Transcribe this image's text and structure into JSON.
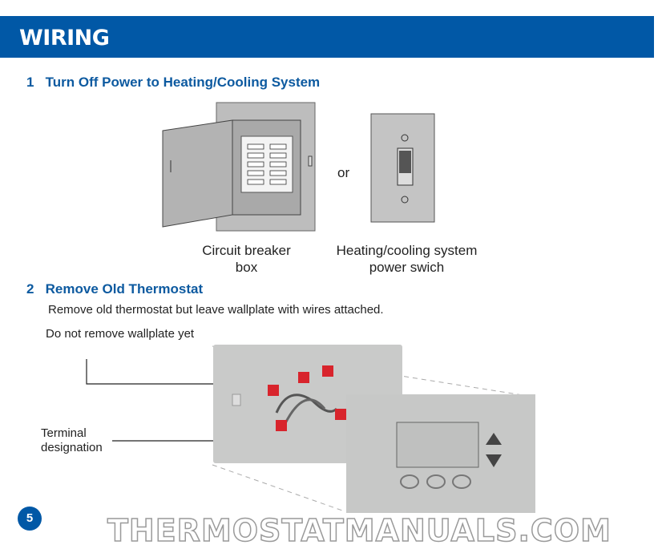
{
  "header": {
    "title": "WIRING"
  },
  "step1": {
    "number": "1",
    "title": "Turn Off Power to Heating/Cooling System",
    "or_label": "or",
    "caption_breaker": "Circuit breaker box",
    "caption_switch": "Heating/cooling system power swich"
  },
  "step2": {
    "number": "2",
    "title": "Remove Old Thermostat",
    "instruction": "Remove old thermostat but leave wallplate with wires attached.",
    "callout_wallplate": "Do not remove wallplate yet",
    "callout_terminal": "Terminal designation"
  },
  "watermark": "THERMOSTATMANUALS.COM",
  "page_number": "5",
  "colors": {
    "brand": "#0158a6"
  }
}
